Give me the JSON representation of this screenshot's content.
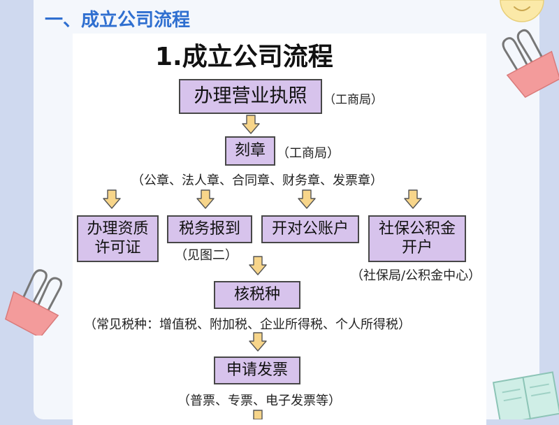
{
  "section_title": "一、成立公司流程",
  "diagram": {
    "title": "1.成立公司流程",
    "steps": {
      "business_license": {
        "label": "办理营业执照",
        "note": "（工商局）"
      },
      "seal": {
        "label": "刻章",
        "note": "（工商局）",
        "sub_note": "（公章、法人章、合同章、财务章、发票章）"
      },
      "permit": {
        "label_line1": "办理资质",
        "label_line2": "许可证"
      },
      "tax_registration": {
        "label": "税务报到",
        "note": "（见图二）"
      },
      "corporate_account": {
        "label": "开对公账户"
      },
      "social_security": {
        "label_line1": "社保公积金",
        "label_line2": "开户",
        "note": "（社保局/公积金中心）"
      },
      "tax_type": {
        "label": "核税种",
        "note": "（常见税种：增值税、附加税、企业所得税、个人所得税）"
      },
      "invoice": {
        "label": "申请发票",
        "note": "（普票、专票、电子发票等）"
      }
    }
  },
  "colors": {
    "box_fill": "#d7c3ec",
    "arrow_fill": "#f7d58a",
    "title_blue": "#2f6fd0"
  }
}
